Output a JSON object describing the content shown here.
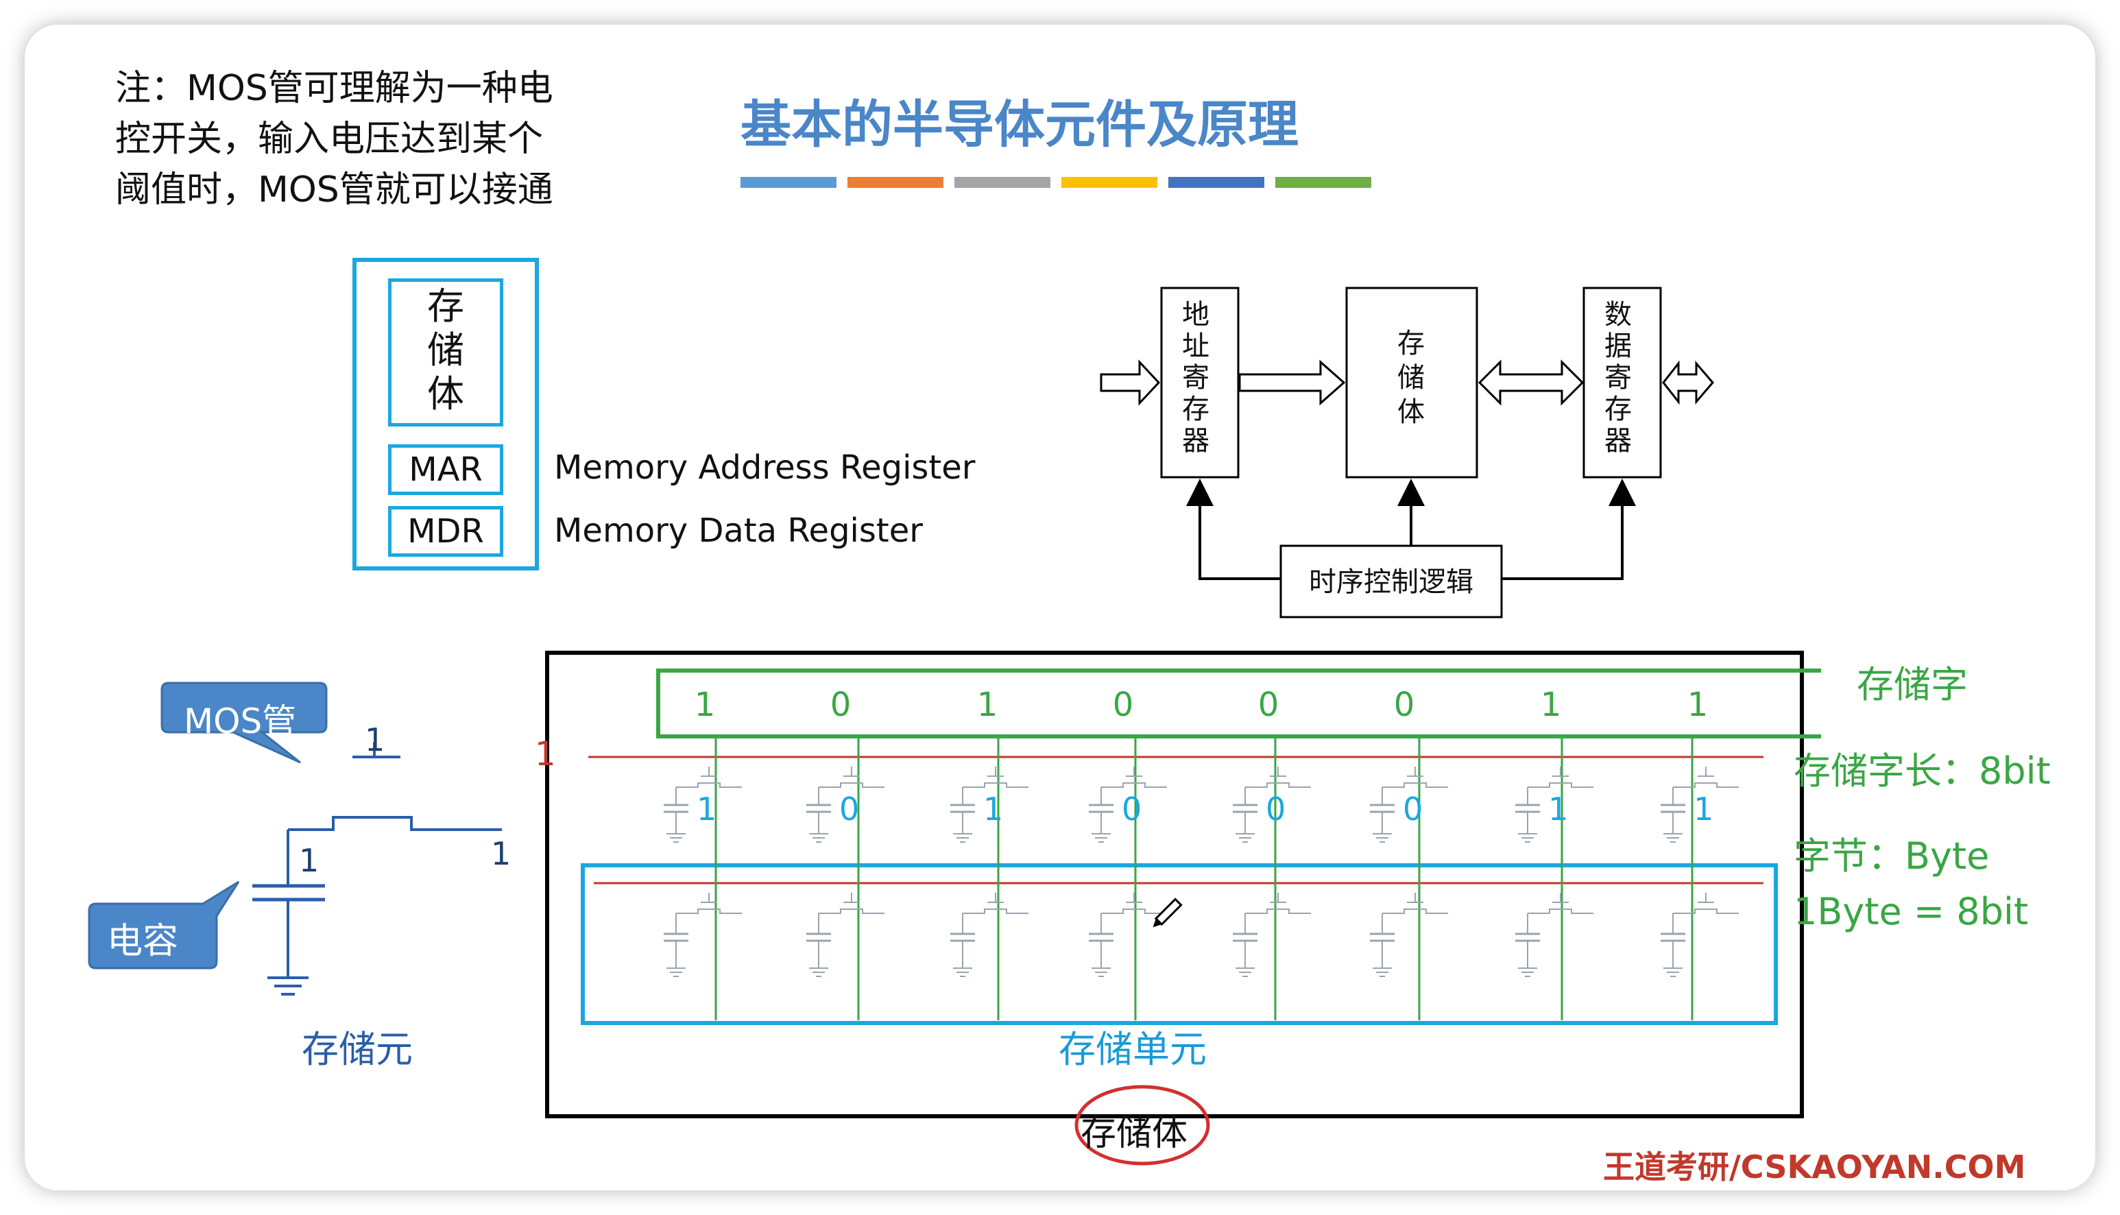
{
  "note": {
    "line1": "注：MOS管可理解为一种电",
    "line2": "控开关，输入电压达到某个",
    "line3": "阈值时，MOS管就可以接通"
  },
  "title": "基本的半导体元件及原理",
  "title_bar_colors": [
    "#5b9bd5",
    "#ed7d31",
    "#a5a5a5",
    "#ffc000",
    "#4472c4",
    "#70ad47"
  ],
  "memory_block": {
    "storage": "存储体",
    "mar": "MAR",
    "mdr": "MDR",
    "mar_desc": "Memory Address Register",
    "mdr_desc": "Memory Data Register"
  },
  "block_diagram": {
    "address_register": "地址寄存器",
    "storage": "存储体",
    "data_register": "数据寄存器",
    "control_logic": "时序控制逻辑"
  },
  "cell": {
    "mos_label": "MOS管",
    "capacitor_label": "电容",
    "gate_value": "1",
    "left_value": "1",
    "right_value": "1",
    "caption": "存储元"
  },
  "array": {
    "word_line_value": "1",
    "word_bits": [
      "1",
      "0",
      "1",
      "0",
      "0",
      "0",
      "1",
      "1"
    ],
    "cell_bits": [
      "1",
      "0",
      "1",
      "0",
      "0",
      "0",
      "1",
      "1"
    ],
    "word_label": "存储字",
    "unit_label": "存储单元",
    "bank_label": "存储体"
  },
  "right_notes": {
    "word_length": "存储字长：8bit",
    "byte": "字节：Byte",
    "byte_eq": "1Byte = 8bit"
  },
  "footer": "王道考研/CSKAOYAN.COM",
  "colors": {
    "title": "#4a86c8",
    "cyan_box": "#1aa7e0",
    "green_box": "#3aa644",
    "red_line": "#c0392b",
    "bubble": "#4a86c8"
  }
}
